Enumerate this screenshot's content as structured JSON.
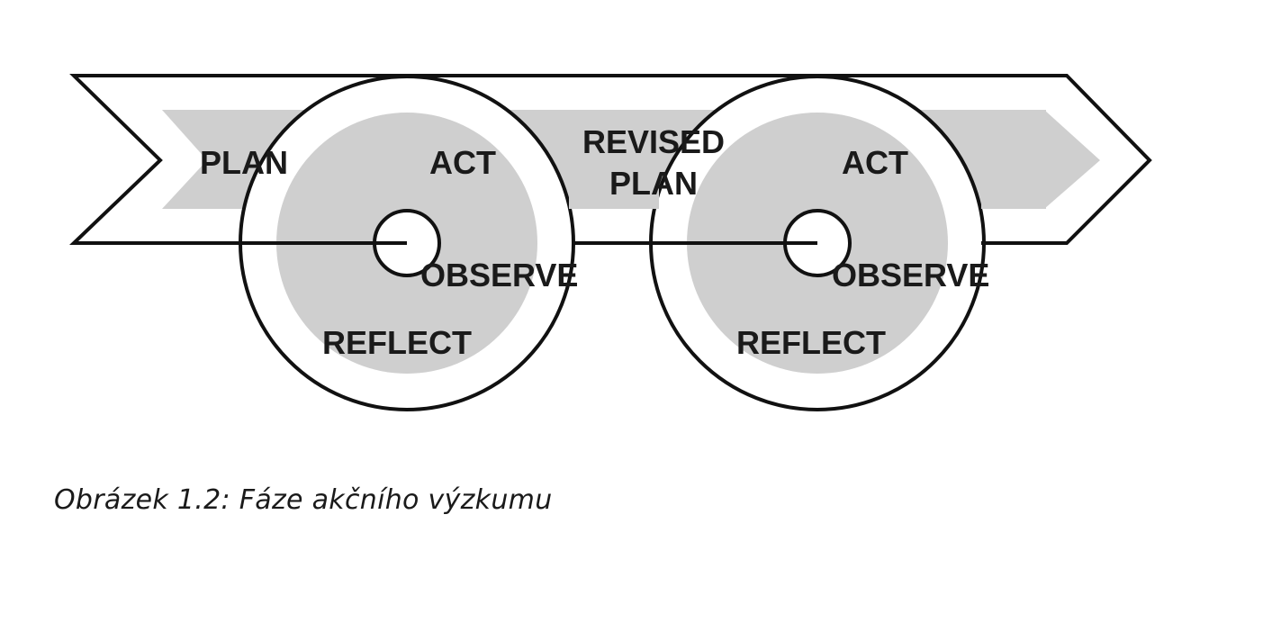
{
  "diagram": {
    "stages": {
      "plan": "PLAN",
      "act_1": "ACT",
      "observe_1": "OBSERVE",
      "reflect_1": "REFLECT",
      "revised_plan_line1": "REVISED",
      "revised_plan_line2": "PLAN",
      "act_2": "ACT",
      "observe_2": "OBSERVE",
      "reflect_2": "REFLECT"
    },
    "colors": {
      "outline": "#111111",
      "fill": "#cfcfcf",
      "background": "#ffffff"
    }
  },
  "caption": "Obrázek 1.2: Fáze akčního výzkumu"
}
